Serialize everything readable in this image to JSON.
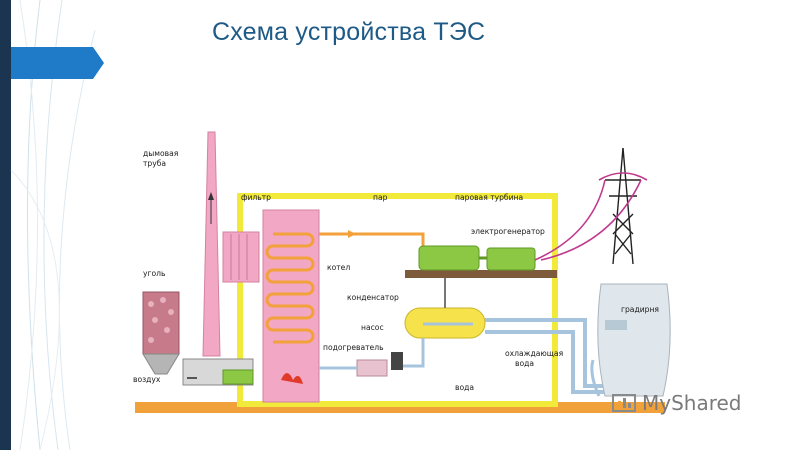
{
  "slide": {
    "title": "Схема устройства ТЭС"
  },
  "diagram": {
    "labels": {
      "chimney": "дымовая",
      "chimney2": "труба",
      "filter": "фильтр",
      "steam": "пар",
      "turbine": "паровая турбина",
      "generator": "электрогенератор",
      "coal": "уголь",
      "boiler": "котел",
      "condenser": "конденсатор",
      "pump": "насос",
      "heater": "подогреватель",
      "cooling_water": "охлаждающая",
      "cooling_water2": "вода",
      "cooling_tower": "градирня",
      "air": "воздух",
      "water": "вода"
    }
  },
  "watermark": {
    "text": "MyShared"
  },
  "colors": {
    "title": "#1e5a86",
    "accent_arrow": "#1f7ac8",
    "frame_yellow": "#f1ea3b",
    "ground_orange": "#f1a13a",
    "boiler_pink": "#f2a7c4",
    "turbine_green": "#8cc843",
    "power_line": "#c0398f"
  }
}
